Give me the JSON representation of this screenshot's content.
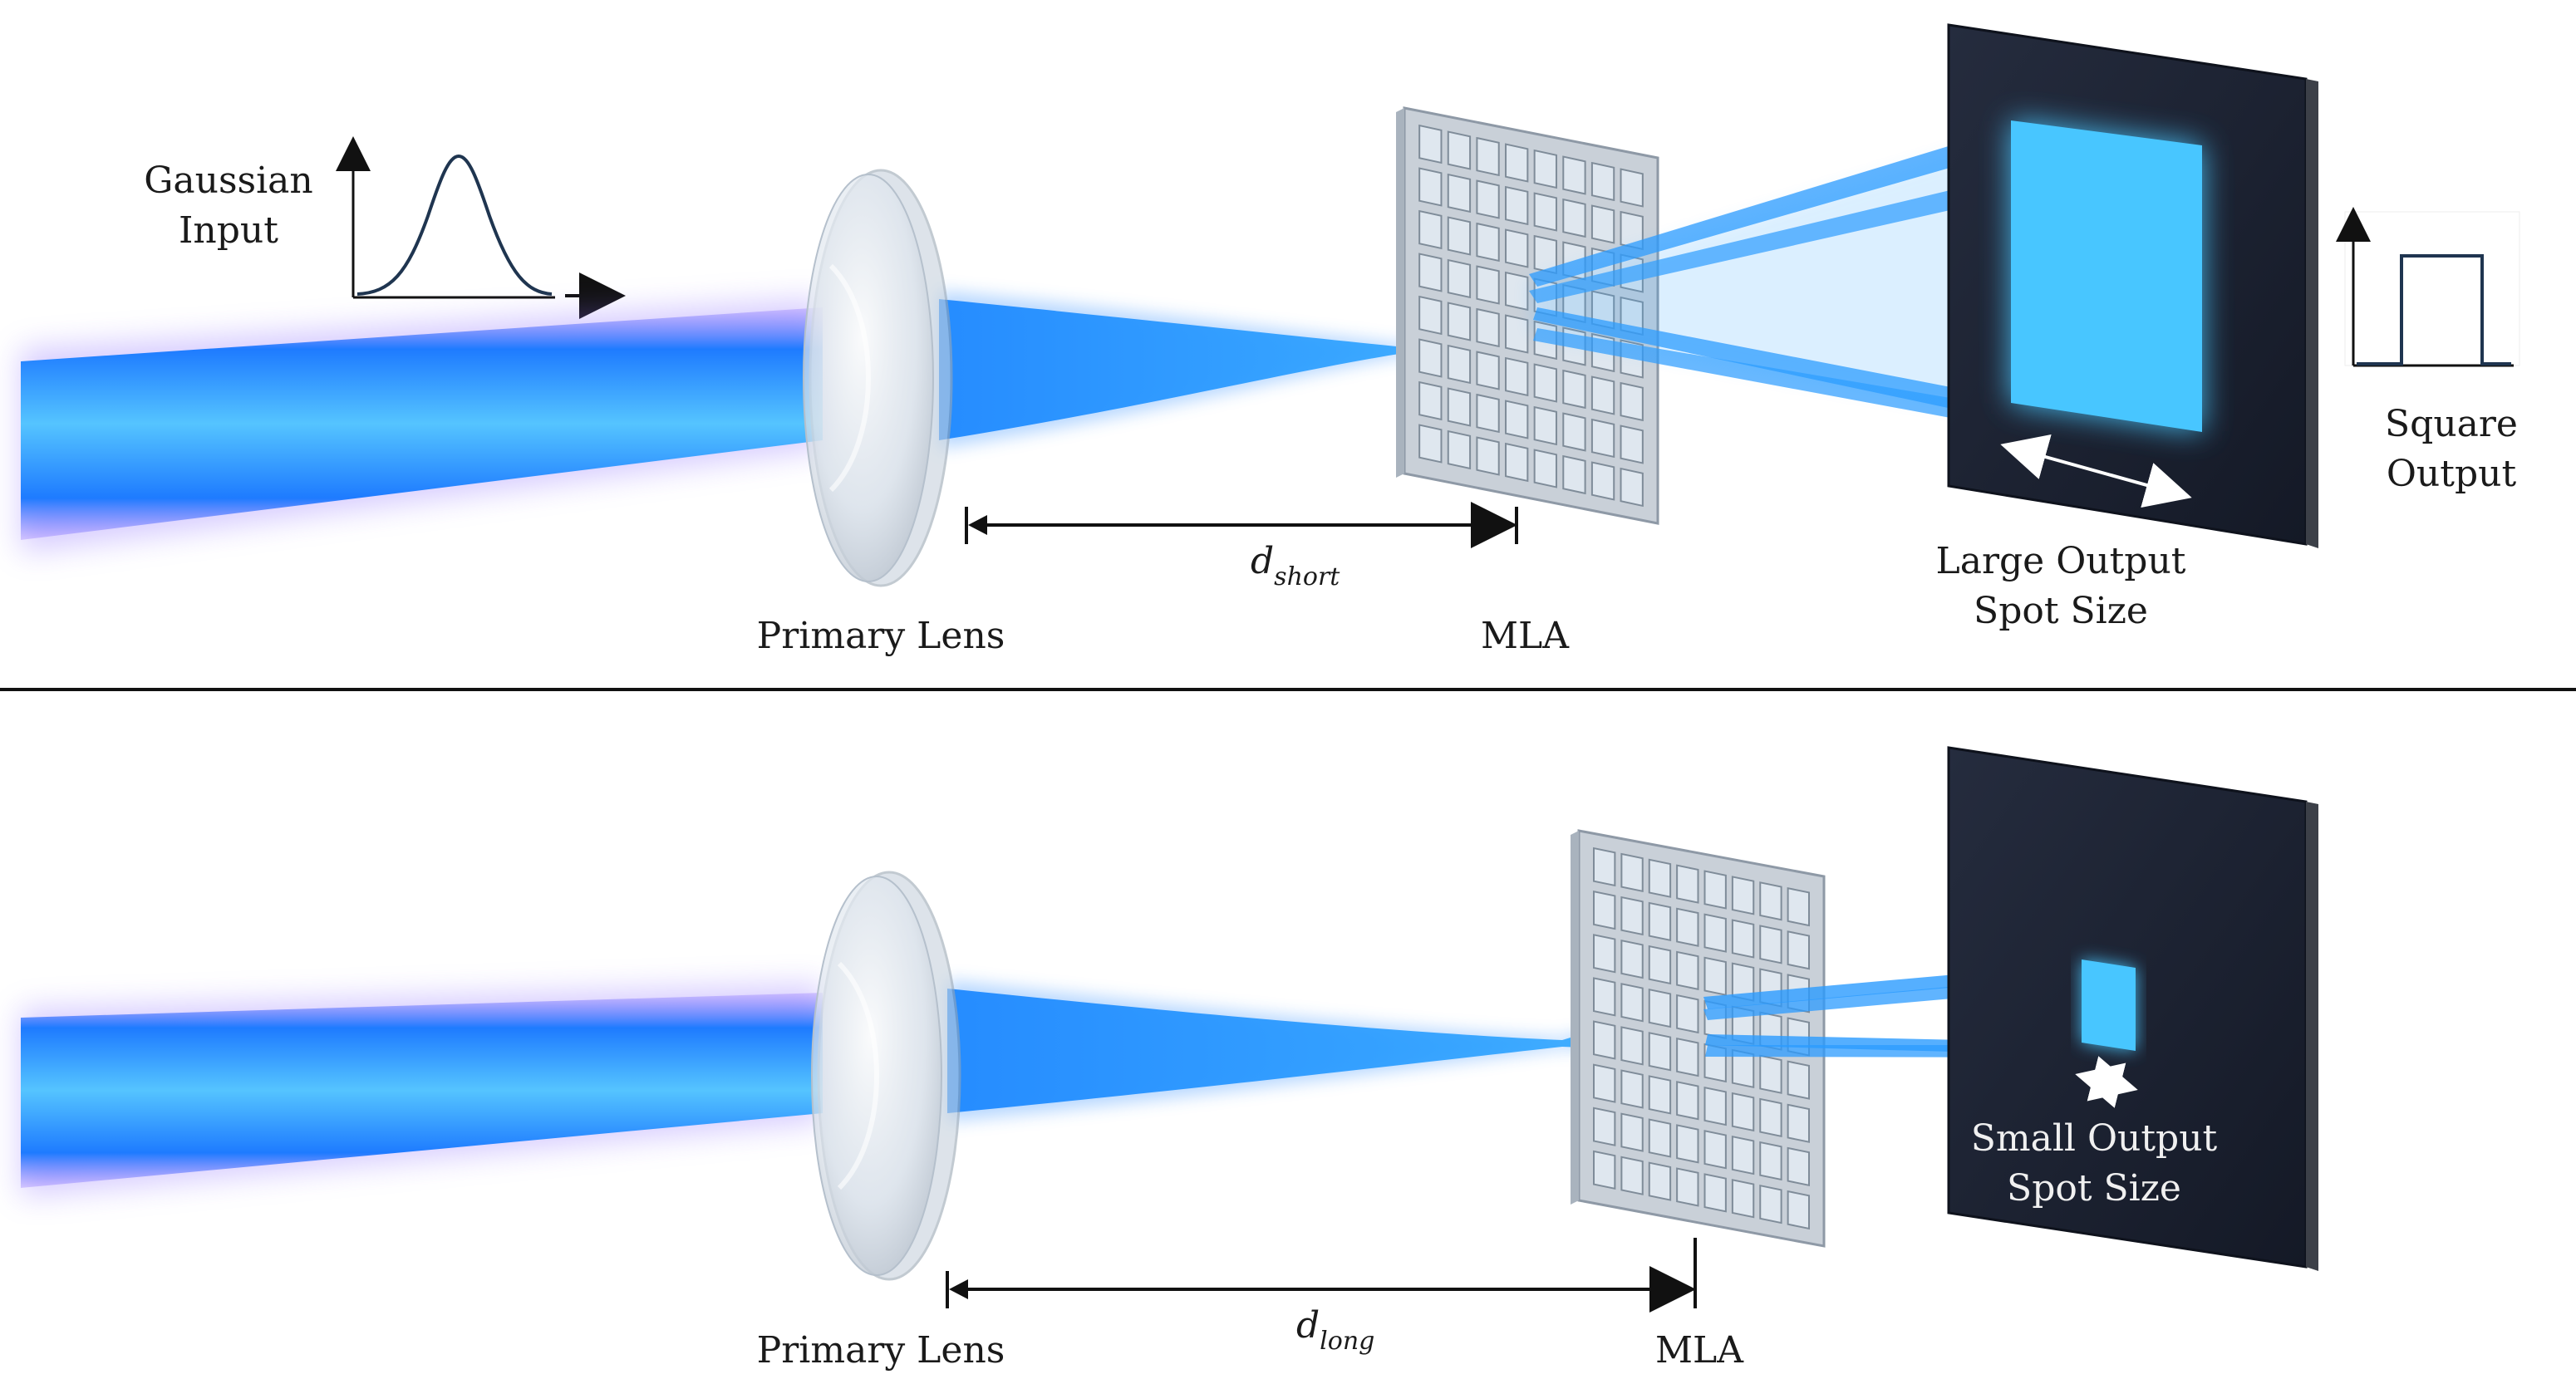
{
  "top_panel": {
    "input_label_line1": "Gaussian",
    "input_label_line2": "Input",
    "lens_label": "Primary Lens",
    "mla_label": "MLA",
    "distance_symbol": "d",
    "distance_subscript": "short",
    "output_label_line1": "Large Output",
    "output_label_line2": "Spot Size",
    "profile_label_line1": "Square",
    "profile_label_line2": "Output"
  },
  "bottom_panel": {
    "lens_label": "Primary Lens",
    "mla_label": "MLA",
    "distance_symbol": "d",
    "distance_subscript": "long",
    "output_label_line1": "Small Output",
    "output_label_line2": "Spot Size"
  },
  "colors": {
    "beam": "#1e90ff",
    "beam_core": "#6fd0ff",
    "glow": "#7a5cff",
    "screen": "#1c2233",
    "spot": "#4cc8ff",
    "text": "#1a1a1a"
  }
}
